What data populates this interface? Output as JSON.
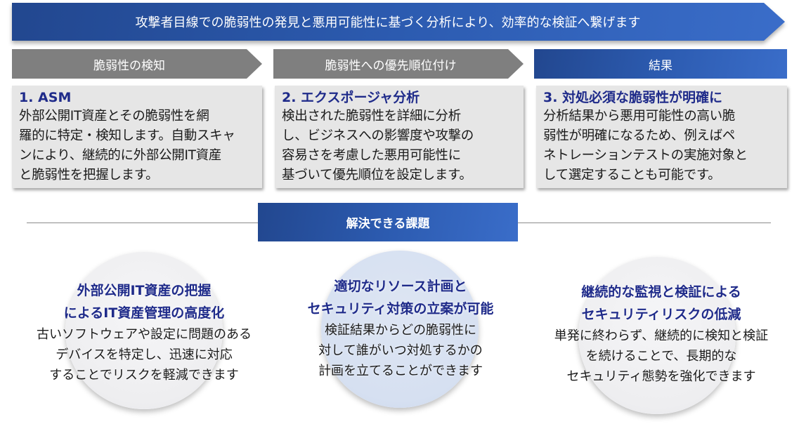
{
  "banner": {
    "text": "攻撃者目線での脆弱性の発見と悪用可能性に基づく分析により、効率的な検証へ繋げます",
    "color": "#2c5bb0"
  },
  "steps": [
    {
      "label": "脆弱性の検知",
      "style": "gray-arrow",
      "color": "#7f7f7f"
    },
    {
      "label": "脆弱性への優先順位付け",
      "style": "gray-arrow",
      "color": "#7f7f7f"
    },
    {
      "label": "結果",
      "style": "blue-box",
      "color": "#2c5bb0"
    }
  ],
  "cards": [
    {
      "title": "1. ASM",
      "body": "外部公開IT資産とその脆弱性を網\n羅的に特定・検知します。自動スキャ\nンにより、継続的に外部公開IT資産\nと脆弱性を把握します。"
    },
    {
      "title": "2. エクスポージャ分析",
      "body": "検出された脆弱性を詳細に分析\nし、ビジネスへの影響度や攻撃の\n容易さを考慮した悪用可能性に\n基づいて優先順位を設定します。"
    },
    {
      "title": "3. 対処必須な脆弱性が明確に",
      "body": "分析結果から悪用可能性の高い脆\n弱性が明確になるため、例えばペ\nネトレーションテストの実施対象と\nして選定することも可能です。"
    }
  ],
  "section": {
    "label": "解決できる課題"
  },
  "benefits": [
    {
      "title": "外部公開IT資産の把握\nによるIT資産管理の高度化",
      "body": "古いソフトウェアや設定に問題のある\nデバイスを特定し、迅速に対応\nすることでリスクを軽減できます",
      "circle_color": "#eeeef0"
    },
    {
      "title": "適切なリソース計画と\nセキュリティ対策の立案が可能",
      "body": "検証結果からどの脆弱性に\n対して誰がいつ対処するかの\n計画を立てることができます",
      "circle_color": "#d6e0f1"
    },
    {
      "title": "継続的な監視と検証による\nセキュリティリスクの低減",
      "body": "単発に終わらず、継続的に検知と検証\nを続けることで、長期的な\nセキュリティ態勢を強化できます",
      "circle_color": "#eeeef0"
    }
  ],
  "colors": {
    "title_navy": "#1f2b8a",
    "card_bg": "#e6e6e6",
    "divider": "#8a8a8a"
  }
}
